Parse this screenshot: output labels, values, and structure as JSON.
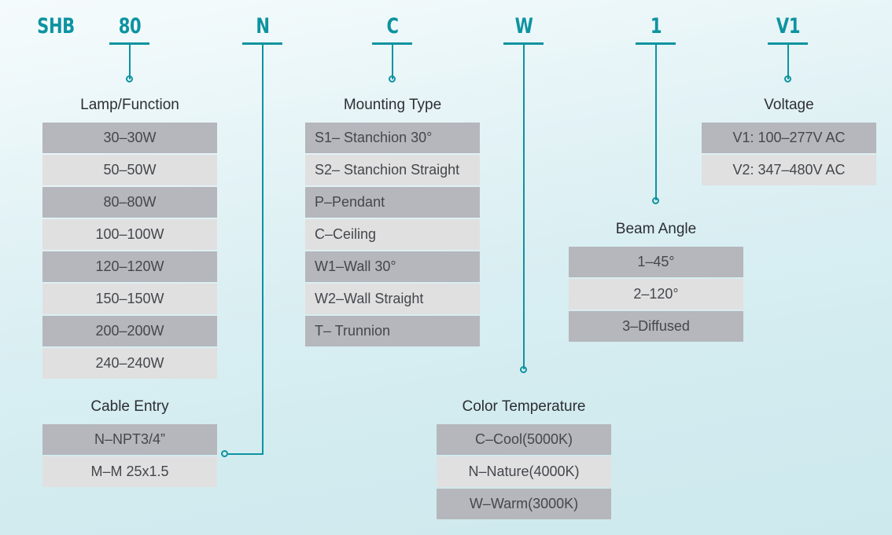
{
  "theme": {
    "accent": "#0d93a0",
    "row_dark": "#b5b7bc",
    "row_light": "#e0e0e1",
    "text": "#44474b",
    "heading_text": "#2c2f33",
    "bg_top": "#f5fbfc",
    "bg_bottom": "#cde9ee"
  },
  "code_string": {
    "segments": [
      {
        "id": "prefix",
        "label": "SHB",
        "has_connector": false
      },
      {
        "id": "lamp",
        "label": "80",
        "has_connector": true
      },
      {
        "id": "cable",
        "label": "N",
        "has_connector": true
      },
      {
        "id": "mount",
        "label": "C",
        "has_connector": true
      },
      {
        "id": "color",
        "label": "W",
        "has_connector": true
      },
      {
        "id": "beam",
        "label": "1",
        "has_connector": true
      },
      {
        "id": "voltage",
        "label": "V1",
        "has_connector": true
      }
    ]
  },
  "groups": {
    "lamp_function": {
      "title": "Lamp/Function",
      "align": "center",
      "options": [
        "30–30W",
        "50–50W",
        "80–80W",
        "100–100W",
        "120–120W",
        "150–150W",
        "200–200W",
        "240–240W"
      ]
    },
    "cable_entry": {
      "title": "Cable Entry",
      "align": "center",
      "options": [
        "N–NPT3/4”",
        "M–M 25x1.5"
      ]
    },
    "mounting_type": {
      "title": "Mounting Type",
      "align": "left",
      "options": [
        "S1– Stanchion 30°",
        "S2– Stanchion Straight",
        "P–Pendant",
        "C–Ceiling",
        "W1–Wall 30°",
        "W2–Wall Straight",
        "T– Trunnion"
      ]
    },
    "color_temperature": {
      "title": "Color Temperature",
      "align": "center",
      "options": [
        "C–Cool(5000K)",
        "N–Nature(4000K)",
        "W–Warm(3000K)"
      ]
    },
    "beam_angle": {
      "title": "Beam Angle",
      "align": "center",
      "options": [
        "1–45°",
        "2–120°",
        "3–Diffused"
      ]
    },
    "voltage": {
      "title": "Voltage",
      "align": "center",
      "options": [
        "V1: 100–277V AC",
        "V2: 347–480V AC"
      ]
    }
  }
}
